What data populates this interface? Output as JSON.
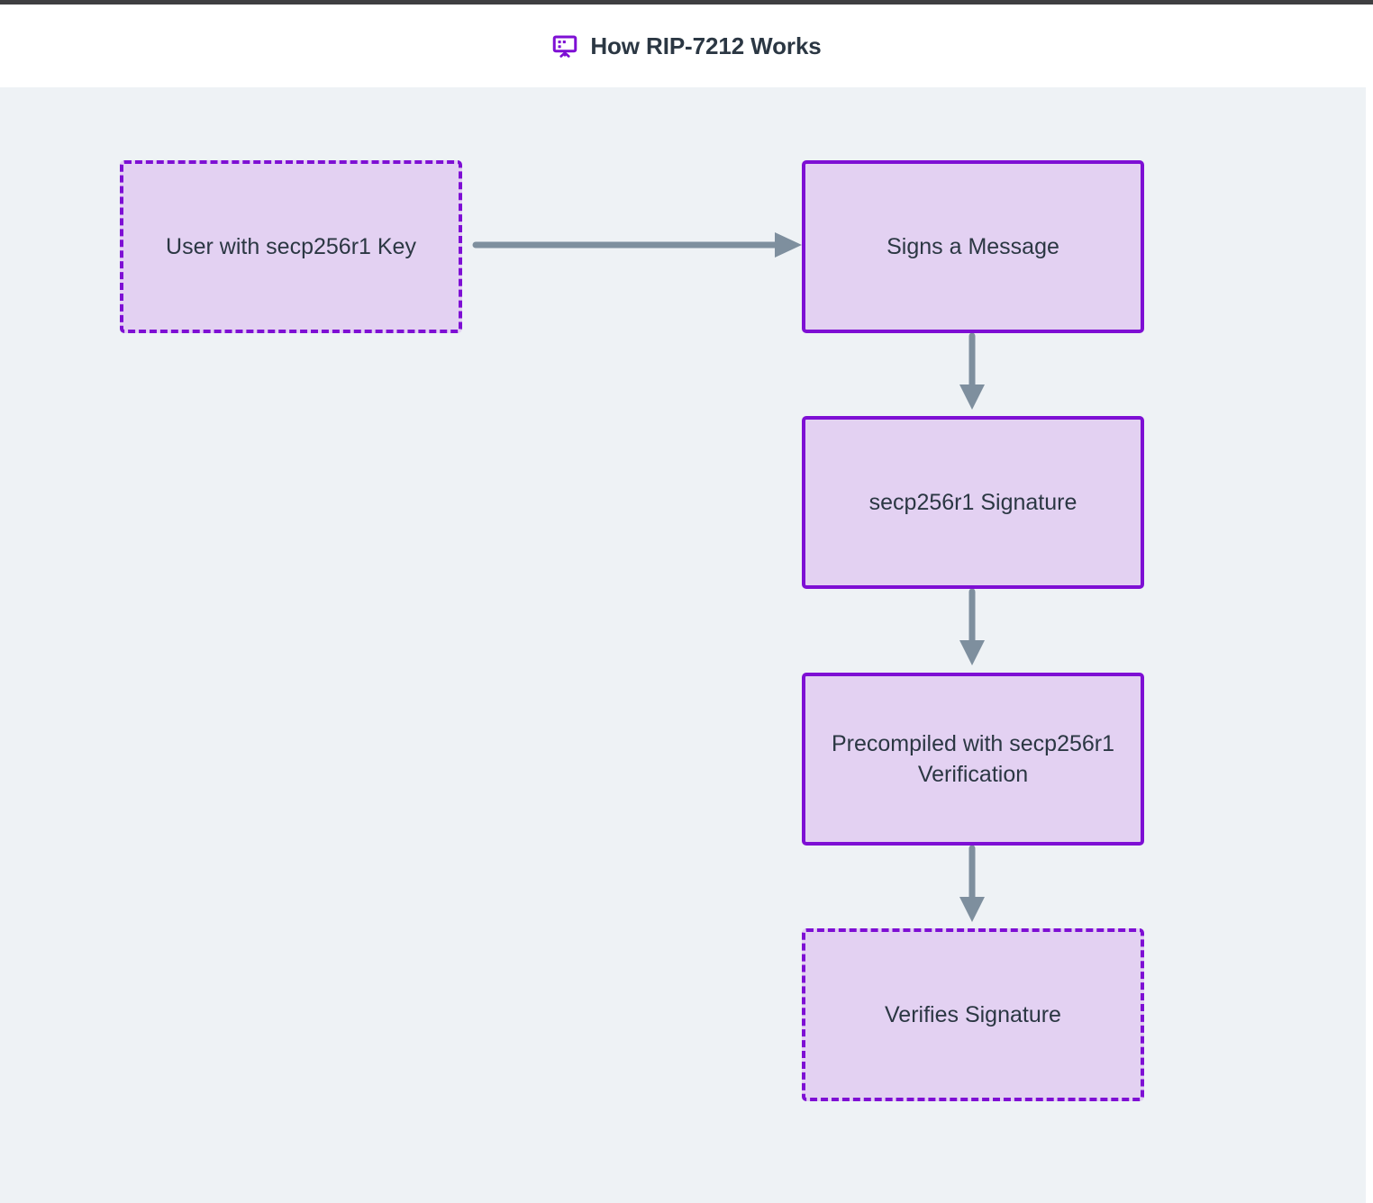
{
  "header": {
    "title": "How RIP-7212 Works",
    "icon": "presentation-board-icon",
    "icon_color": "#7e0fd4",
    "title_color": "#2b3743",
    "background": "#ffffff"
  },
  "theme": {
    "canvas_background": "#eef2f5",
    "node_fill": "#e3d1f2",
    "node_border": "#7e0fd4",
    "node_text": "#2b3743",
    "arrow_color": "#7e8f9e",
    "top_bar": "#3f3f41"
  },
  "diagram": {
    "type": "flowchart",
    "direction": "left-to-right then top-to-bottom",
    "nodes": [
      {
        "id": "user",
        "label": "User with secp256r1 Key",
        "border_style": "dashed"
      },
      {
        "id": "signs",
        "label": "Signs a Message",
        "border_style": "solid"
      },
      {
        "id": "signature",
        "label": "secp256r1 Signature",
        "border_style": "solid"
      },
      {
        "id": "precompiled",
        "label": "Precompiled with secp256r1 Verification",
        "border_style": "solid"
      },
      {
        "id": "verifies",
        "label": "Verifies Signature",
        "border_style": "dashed"
      }
    ],
    "edges": [
      {
        "from": "user",
        "to": "signs",
        "orientation": "horizontal"
      },
      {
        "from": "signs",
        "to": "signature",
        "orientation": "vertical"
      },
      {
        "from": "signature",
        "to": "precompiled",
        "orientation": "vertical"
      },
      {
        "from": "precompiled",
        "to": "verifies",
        "orientation": "vertical"
      }
    ]
  }
}
